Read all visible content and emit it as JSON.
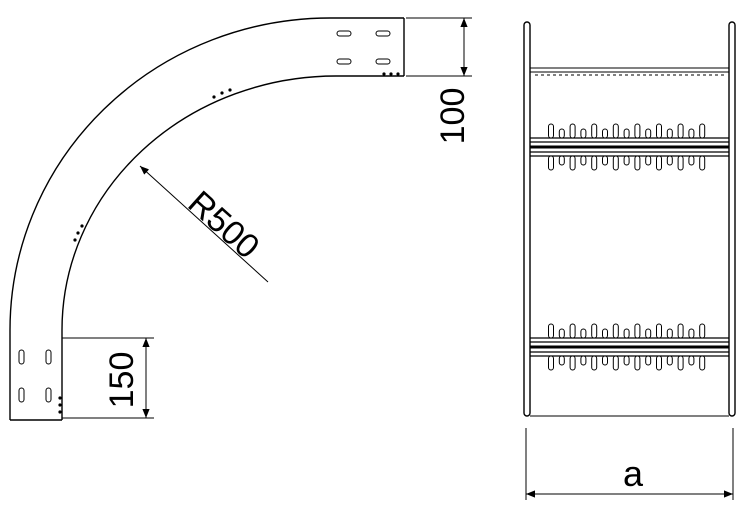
{
  "drawing": {
    "radius_label": "R500",
    "height_top_label": "100",
    "height_side_label": "150",
    "width_label": "a"
  }
}
